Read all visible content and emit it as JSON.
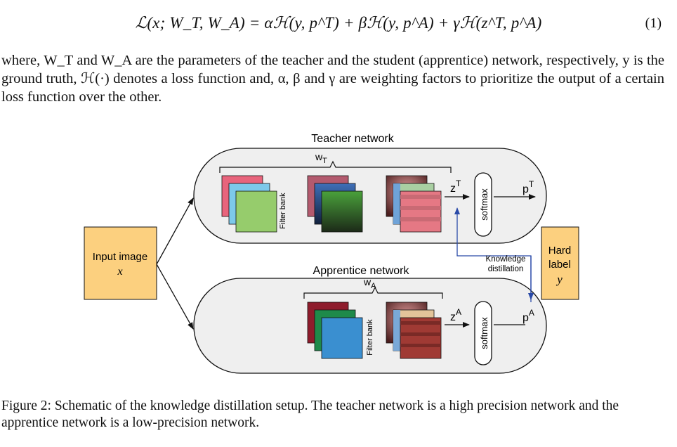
{
  "equation": {
    "text": "ℒ(x; W_T, W_A) = αℋ(y, p^T) + βℋ(y, p^A) + γℋ(z^T, p^A)",
    "number": "(1)"
  },
  "paragraph": {
    "text": "where, W_T and W_A are the parameters of the teacher and the student (apprentice) network, respectively, y is the ground truth, ℋ(·) denotes a loss function and, α, β and γ are weighting factors to prioritize the output of a certain loss function over the other."
  },
  "figure": {
    "teacher_title": "Teacher network",
    "apprentice_title": "Apprentice network",
    "input_label": "Input image",
    "input_var": "x",
    "teacher_weights": "w",
    "teacher_weights_sub": "T",
    "apprentice_weights": "w",
    "apprentice_weights_sub": "A",
    "filter_bank": "Filter bank",
    "softmax": "softmax",
    "zT": "z",
    "zT_sup": "T",
    "pT": "p",
    "pT_sup": "T",
    "zA": "z",
    "zA_sup": "A",
    "pA": "p",
    "pA_sup": "A",
    "kd_line1": "Knowledge",
    "kd_line2": "distillation",
    "hard_line1": "Hard",
    "hard_line2": "label",
    "hard_var": "y",
    "colors": {
      "input_box": "#fcd07f",
      "network_bg": "#efefef",
      "kd_arrow": "#2a4aa8"
    }
  },
  "caption": {
    "text": "Figure 2: Schematic of the knowledge distillation setup. The teacher network is a high precision network and the apprentice network is a low-precision network."
  }
}
